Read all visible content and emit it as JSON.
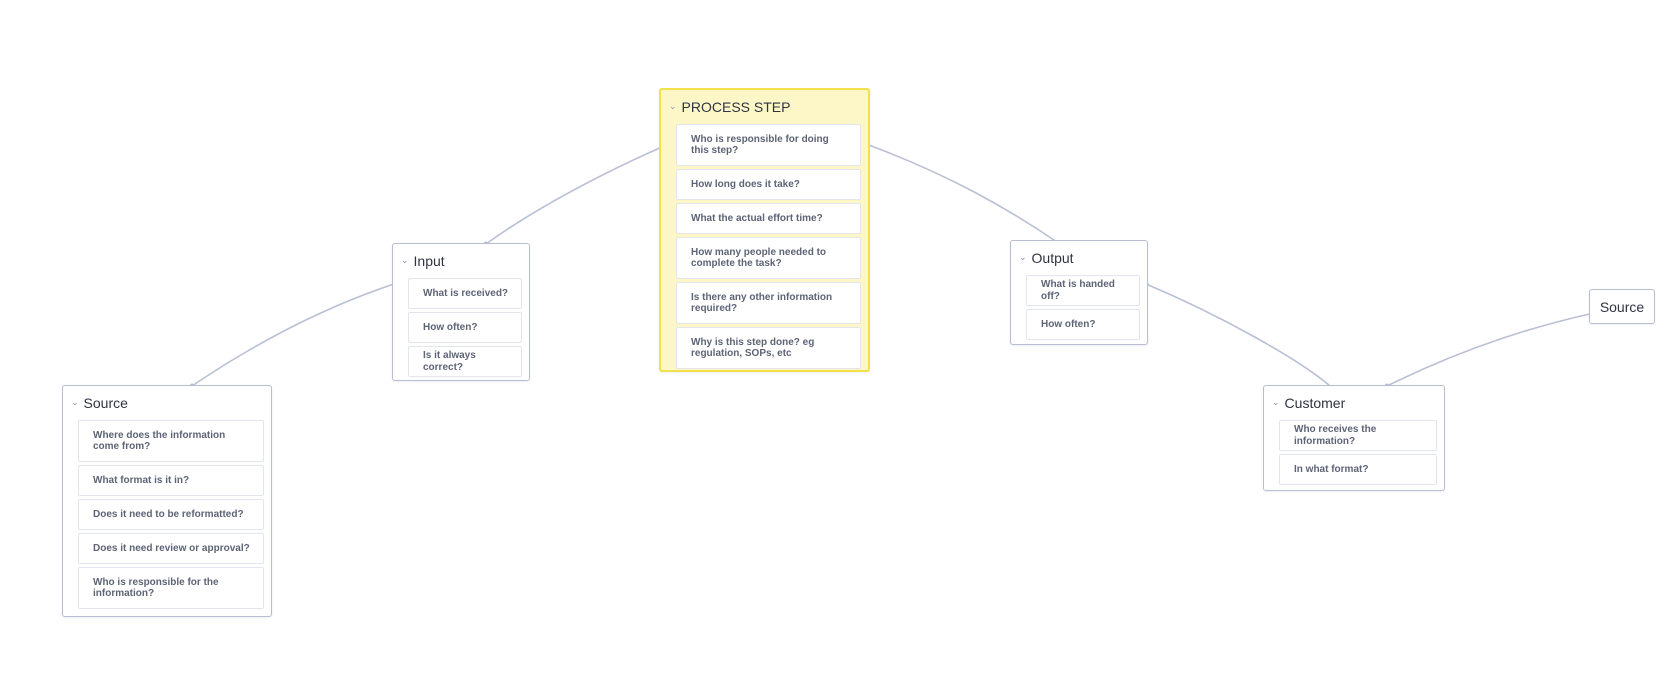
{
  "nodes": {
    "source": {
      "title": "Source",
      "items": [
        "Where does the information come from?",
        "What format is it in?",
        "Does it need to be reformatted?",
        "Does it need review or approval?",
        "Who is responsible for the information?"
      ]
    },
    "input": {
      "title": "Input",
      "items": [
        "What is received?",
        "How often?",
        "Is it always correct?"
      ]
    },
    "process": {
      "title": "PROCESS STEP",
      "items": [
        "Who is responsible for doing this step?",
        "How long does it take?",
        "What the actual effort time?",
        "How many people needed to complete the task?",
        "Is there any other information required?",
        "Why is this step done? eg regulation, SOPs, etc"
      ]
    },
    "output": {
      "title": "Output",
      "items": [
        "What is handed off?",
        "How often?"
      ]
    },
    "customer": {
      "title": "Customer",
      "items": [
        "Who receives the information?",
        "In what format?"
      ]
    },
    "source_end": {
      "title": "Source"
    }
  },
  "colors": {
    "edge": "#b9c0d4",
    "node_border": "#b7bed3",
    "highlight_bg": "#fdf7c8",
    "highlight_border": "#f2e04d"
  },
  "icons": {
    "collapse": "chevron-down-icon"
  }
}
